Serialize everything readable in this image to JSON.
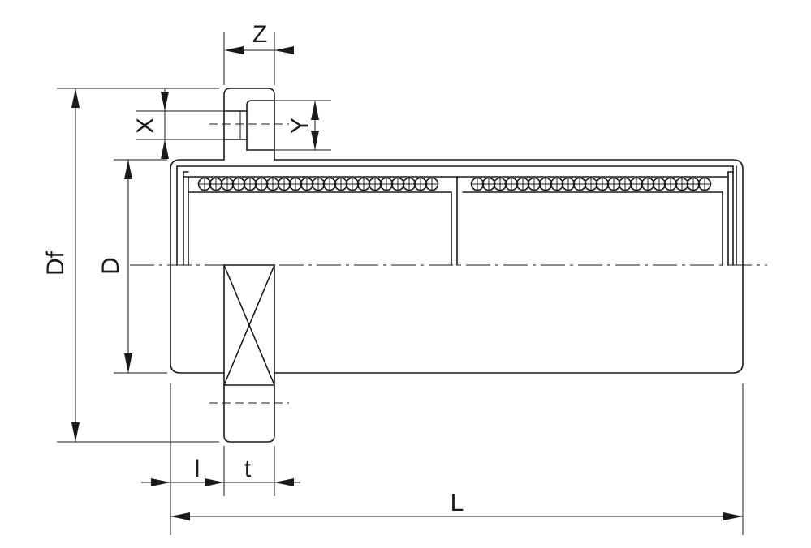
{
  "labels": {
    "z": "Z",
    "x": "X",
    "y": "Y",
    "df": "Df",
    "d": "D",
    "l_small": "l",
    "t": "t",
    "l_total": "L"
  },
  "colors": {
    "line": "#1a1a1a",
    "background": "#ffffff"
  }
}
